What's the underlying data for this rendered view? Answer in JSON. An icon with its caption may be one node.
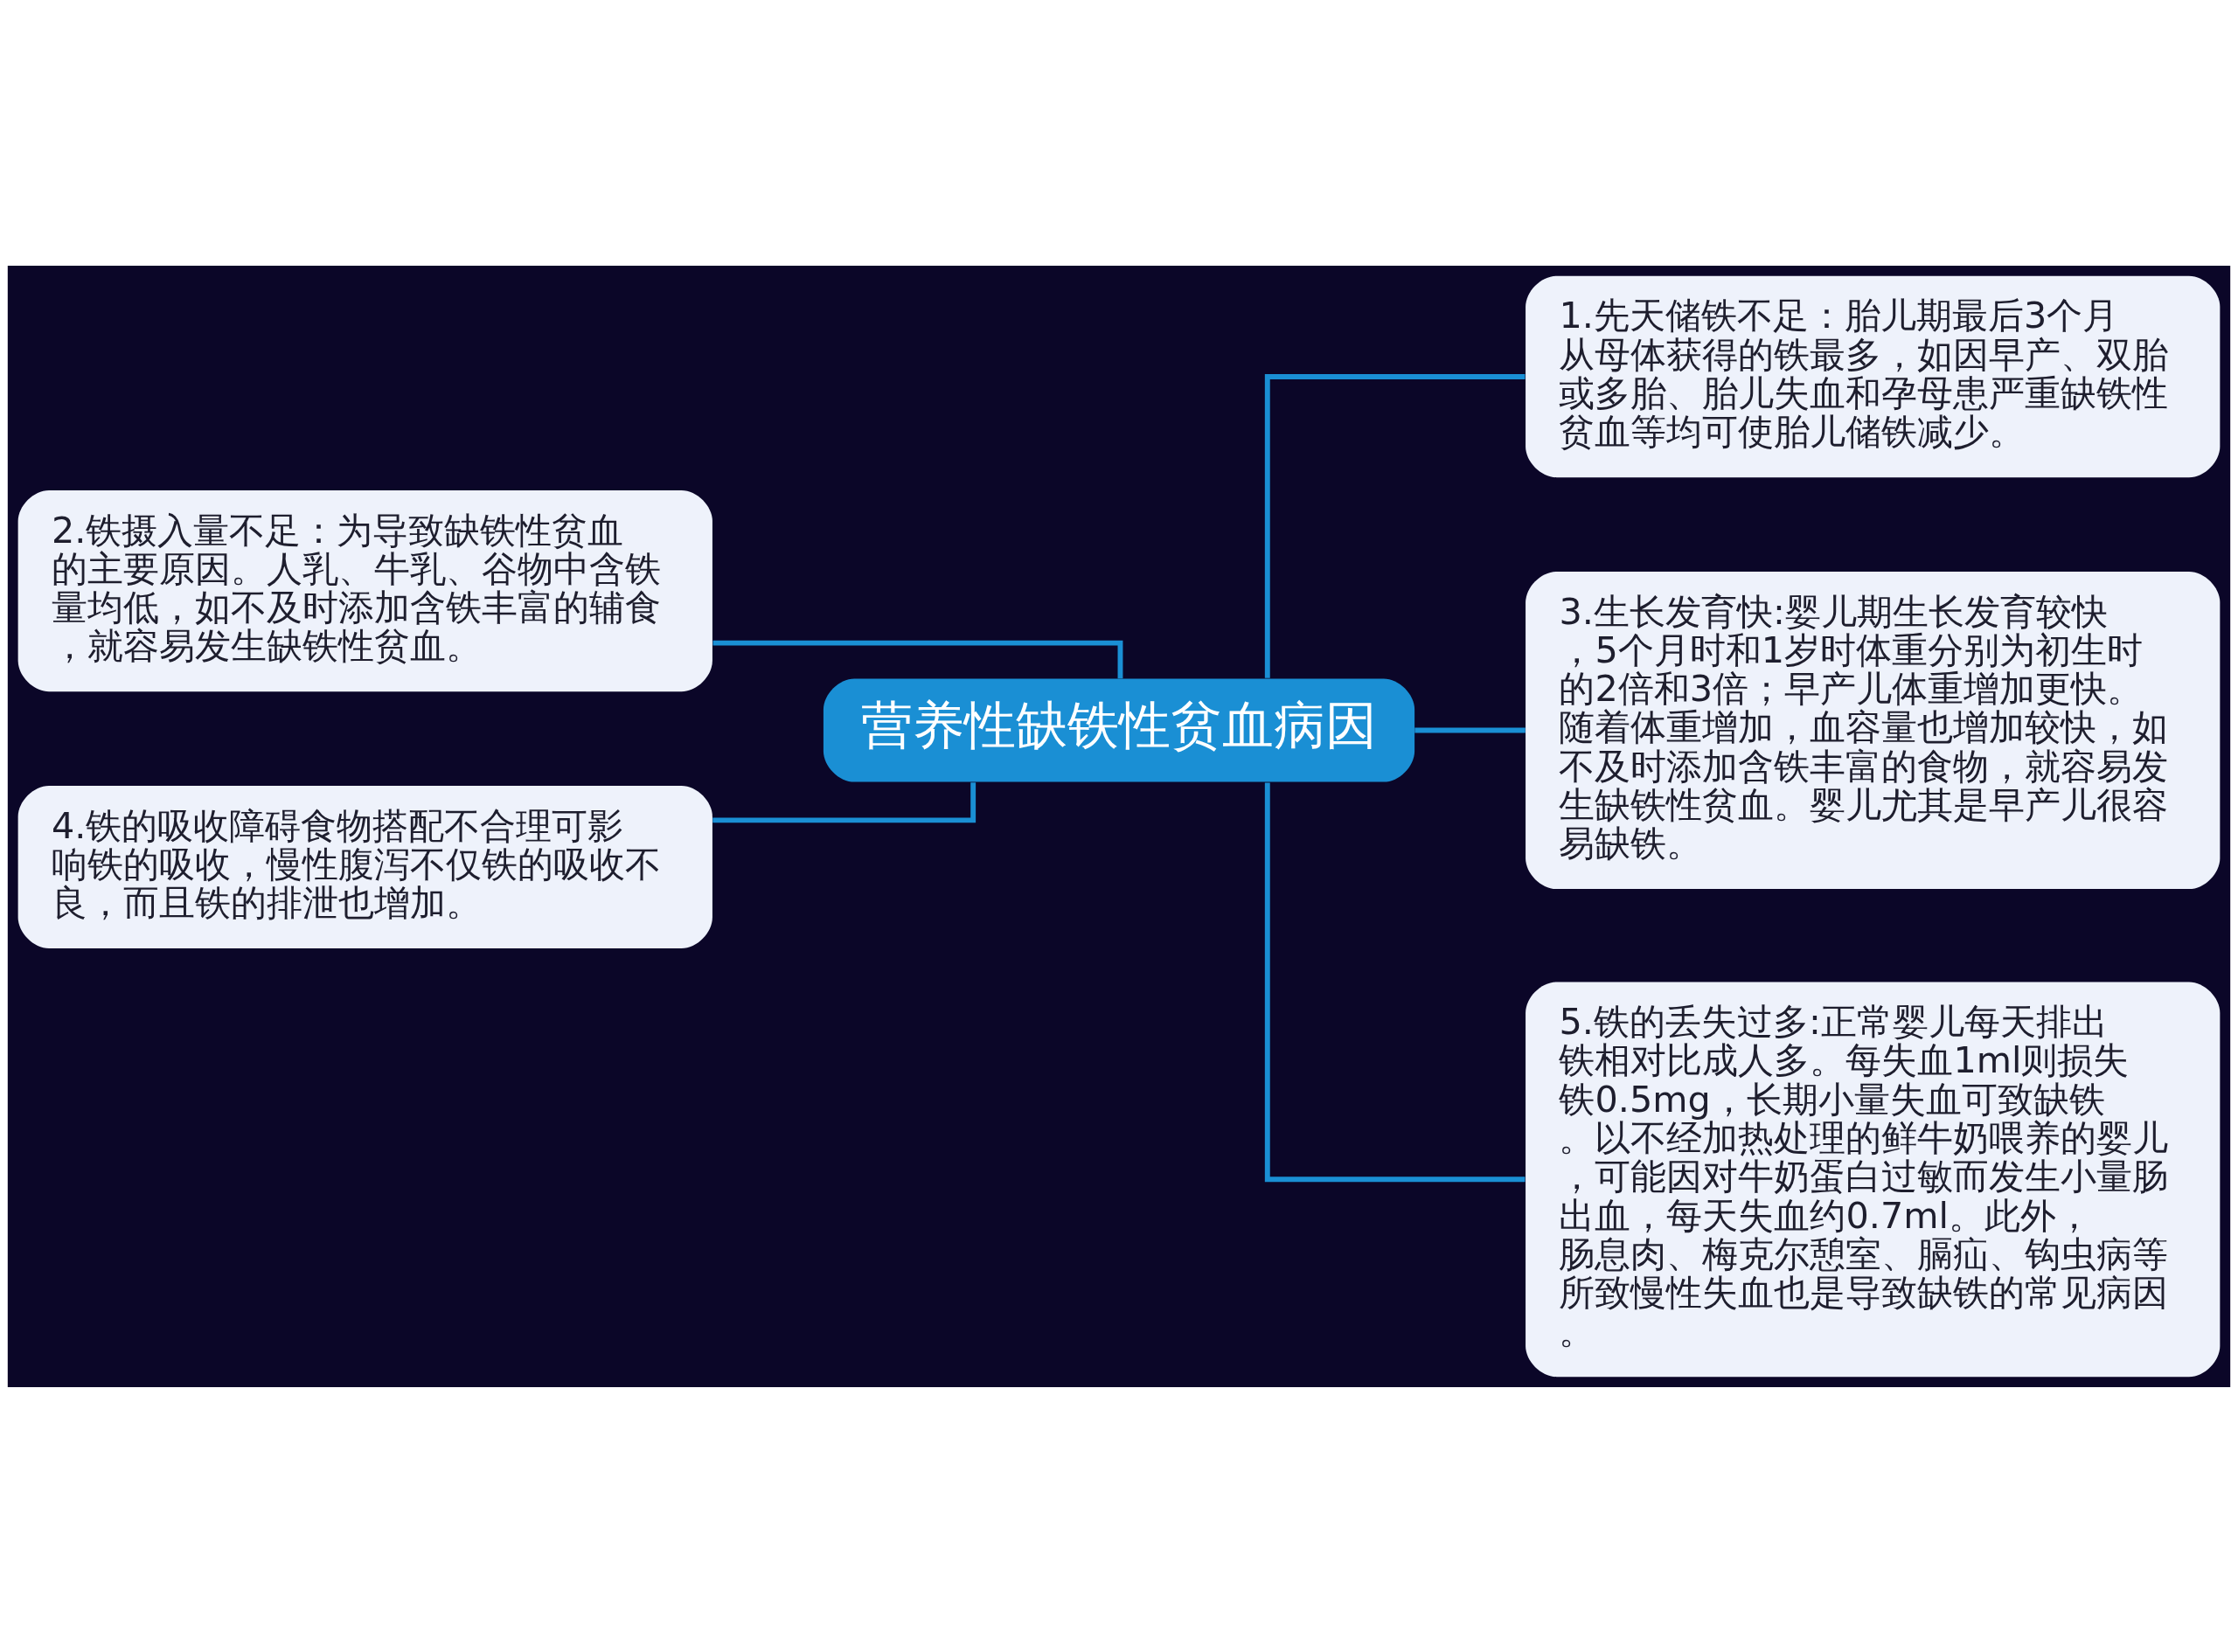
{
  "diagram": {
    "nodes": [
      {
        "text": [
          "营养性缺铁性贫血病因"
        ]
      },
      {
        "text": [
          "1.先天储铁不足：胎儿期最后3个月从母体获得的铁最多，如因早产、双胎或多胎、胎儿失血和孕母患严重缺铁性贫血等均可使胎儿储铁减少。"
        ]
      },
      {
        "text": [
          "2.铁摄入量不足：为导致缺铁性贫血的主要原因。人乳、牛乳、谷物中含铁量均低，如不及时添加含铁丰富的辅食，就容易发生缺铁性贫血。"
        ]
      },
      {
        "text": [
          "3.生长发育快:婴儿期生长发育较快，5个月时和1岁时体重分别为初生时的2倍和3倍；早产儿体重增加更快。随着体重增加，血容量也增加较快，如不及时添加含铁丰富的食物，就容易发生缺铁性贫血。婴儿尤其是早产儿很容易缺铁。"
        ]
      },
      {
        "text": [
          "4.铁的吸收障碍食物搭配不合理可影响铁的吸收，慢性腹泻不仅铁的吸收不良，而且铁的排泄也增加。"
        ]
      },
      {
        "text": [
          "5.铁的丢失过多:正常婴儿每天排出铁相对比成人多。每失血1ml则损失铁0.5mg，长期小量失血可致缺铁。以不经加热处理的鲜牛奶喂养的婴儿，可能因对牛奶蛋白过敏而发生小量肠出血，每天失血约0.7ml。此外，肠息肉、梅克尔憩室、膈疝、钩虫病等所致慢性失血也是导致缺铁的常见病因。"
        ]
      }
    ],
    "edges": [
      {
        "from": 0,
        "to": 1,
        "arrow": "none"
      },
      {
        "from": 0,
        "to": 2,
        "arrow": "none"
      },
      {
        "from": 0,
        "to": 3,
        "arrow": "none"
      },
      {
        "from": 0,
        "to": 4,
        "arrow": "none"
      },
      {
        "from": 0,
        "to": 5,
        "arrow": "none"
      }
    ]
  }
}
